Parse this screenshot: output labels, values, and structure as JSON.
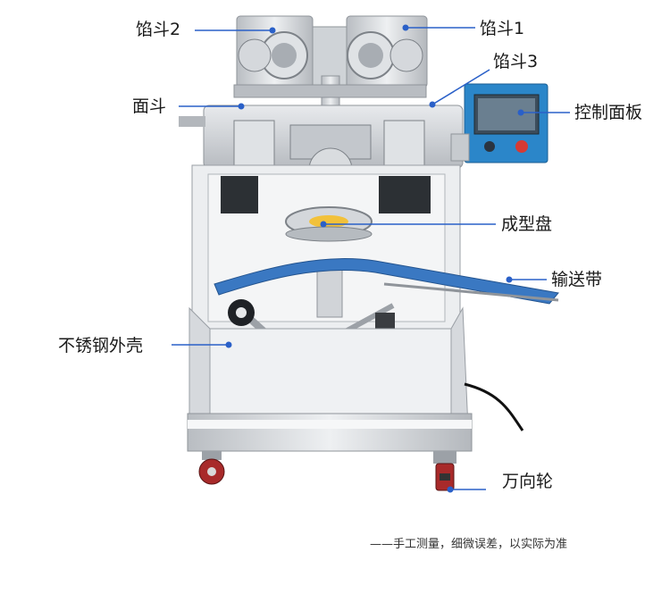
{
  "callouts": {
    "hopper2": "馅斗2",
    "hopper1": "馅斗1",
    "hopper3": "馅斗3",
    "dough_hopper": "面斗",
    "control_panel": "控制面板",
    "forming_disc": "成型盘",
    "conveyor": "输送带",
    "shell": "不锈钢外壳",
    "casters": "万向轮"
  },
  "note": "——手工测量，细微误差，以实际为准",
  "colors": {
    "leader": "#2a60c8",
    "panel_blue": "#2b86c9",
    "steel": "#c9ccd0",
    "conveyor_blue": "#3a78c2",
    "stop_button": "#d63a34"
  }
}
